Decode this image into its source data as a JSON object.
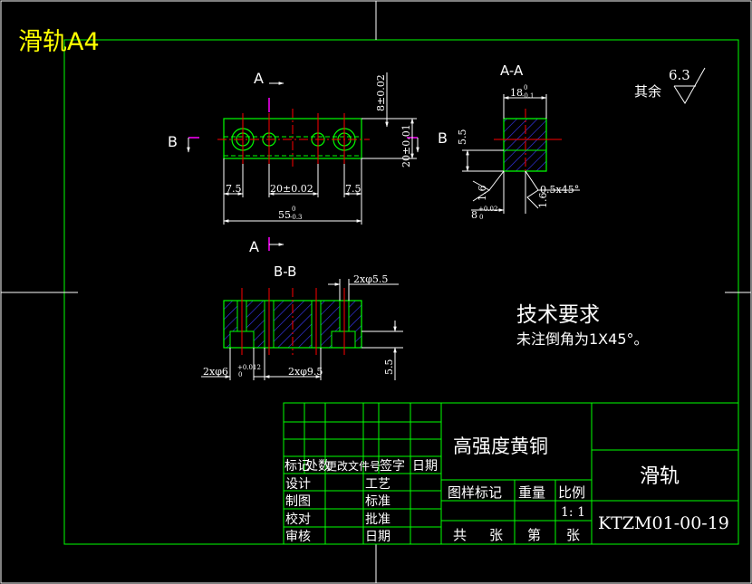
{
  "sheet": {
    "title": "滑轨A4",
    "colors": {
      "background": "#000000",
      "frame": "#00ff00",
      "part_outline": "#00ff00",
      "centerline": "#ff0000",
      "hatch": "#3a3aff",
      "dimension": "#ffffff",
      "title_yellow": "#ffff00",
      "section_mark": "#ff00ff"
    }
  },
  "views": {
    "front": {
      "section_top": "A",
      "section_bottom": "A",
      "section_left": "B",
      "section_right": "B",
      "dims": {
        "height_small": "8±0.02",
        "height_total": "20±0.01",
        "left_offset": "7.5",
        "pitch": "20±0.02",
        "right_offset": "7.5",
        "length": "55",
        "length_tol_up": "0",
        "length_tol_low": "-0.3"
      }
    },
    "section_aa": {
      "label": "A-A",
      "dims": {
        "width": "18",
        "width_tol_up": "0",
        "width_tol_low": "-0.1",
        "step": "5.5",
        "roughness_side": "1.6",
        "chamfer": "0.5x45°",
        "roughness_bottom": "1.6",
        "base": "8",
        "base_tol_up": "+0.02",
        "base_tol_low": "0"
      }
    },
    "section_bb": {
      "label": "B-B",
      "dims": {
        "holes_small": "2xφ5.5",
        "holes_pin": "2xφ6",
        "holes_pin_tol_up": "+0.012",
        "holes_pin_tol_low": "0",
        "holes_big": "2xφ9.5",
        "depth": "5.5"
      }
    }
  },
  "roughness_default": {
    "label": "其余",
    "value": "6.3"
  },
  "tech_requirements": {
    "heading": "技术要求",
    "line1": "未注倒角为1X45°。"
  },
  "title_block": {
    "material": "高强度黄铜",
    "part_name": "滑轨",
    "drawing_number": "KTZM01-00-19",
    "revision_headers": [
      "标记",
      "处数",
      "更改文件号",
      "签字",
      "日期"
    ],
    "signatures_left": [
      "设计",
      "制图",
      "校对",
      "审核"
    ],
    "signatures_right": [
      "工艺",
      "标准",
      "批准",
      "日期"
    ],
    "mark_header": "图样标记",
    "weight_header": "重量",
    "scale_header": "比例",
    "scale_value": "1: 1",
    "sheet_total": "共",
    "sheet_unit1": "张",
    "sheet_index": "第",
    "sheet_unit2": "张"
  }
}
